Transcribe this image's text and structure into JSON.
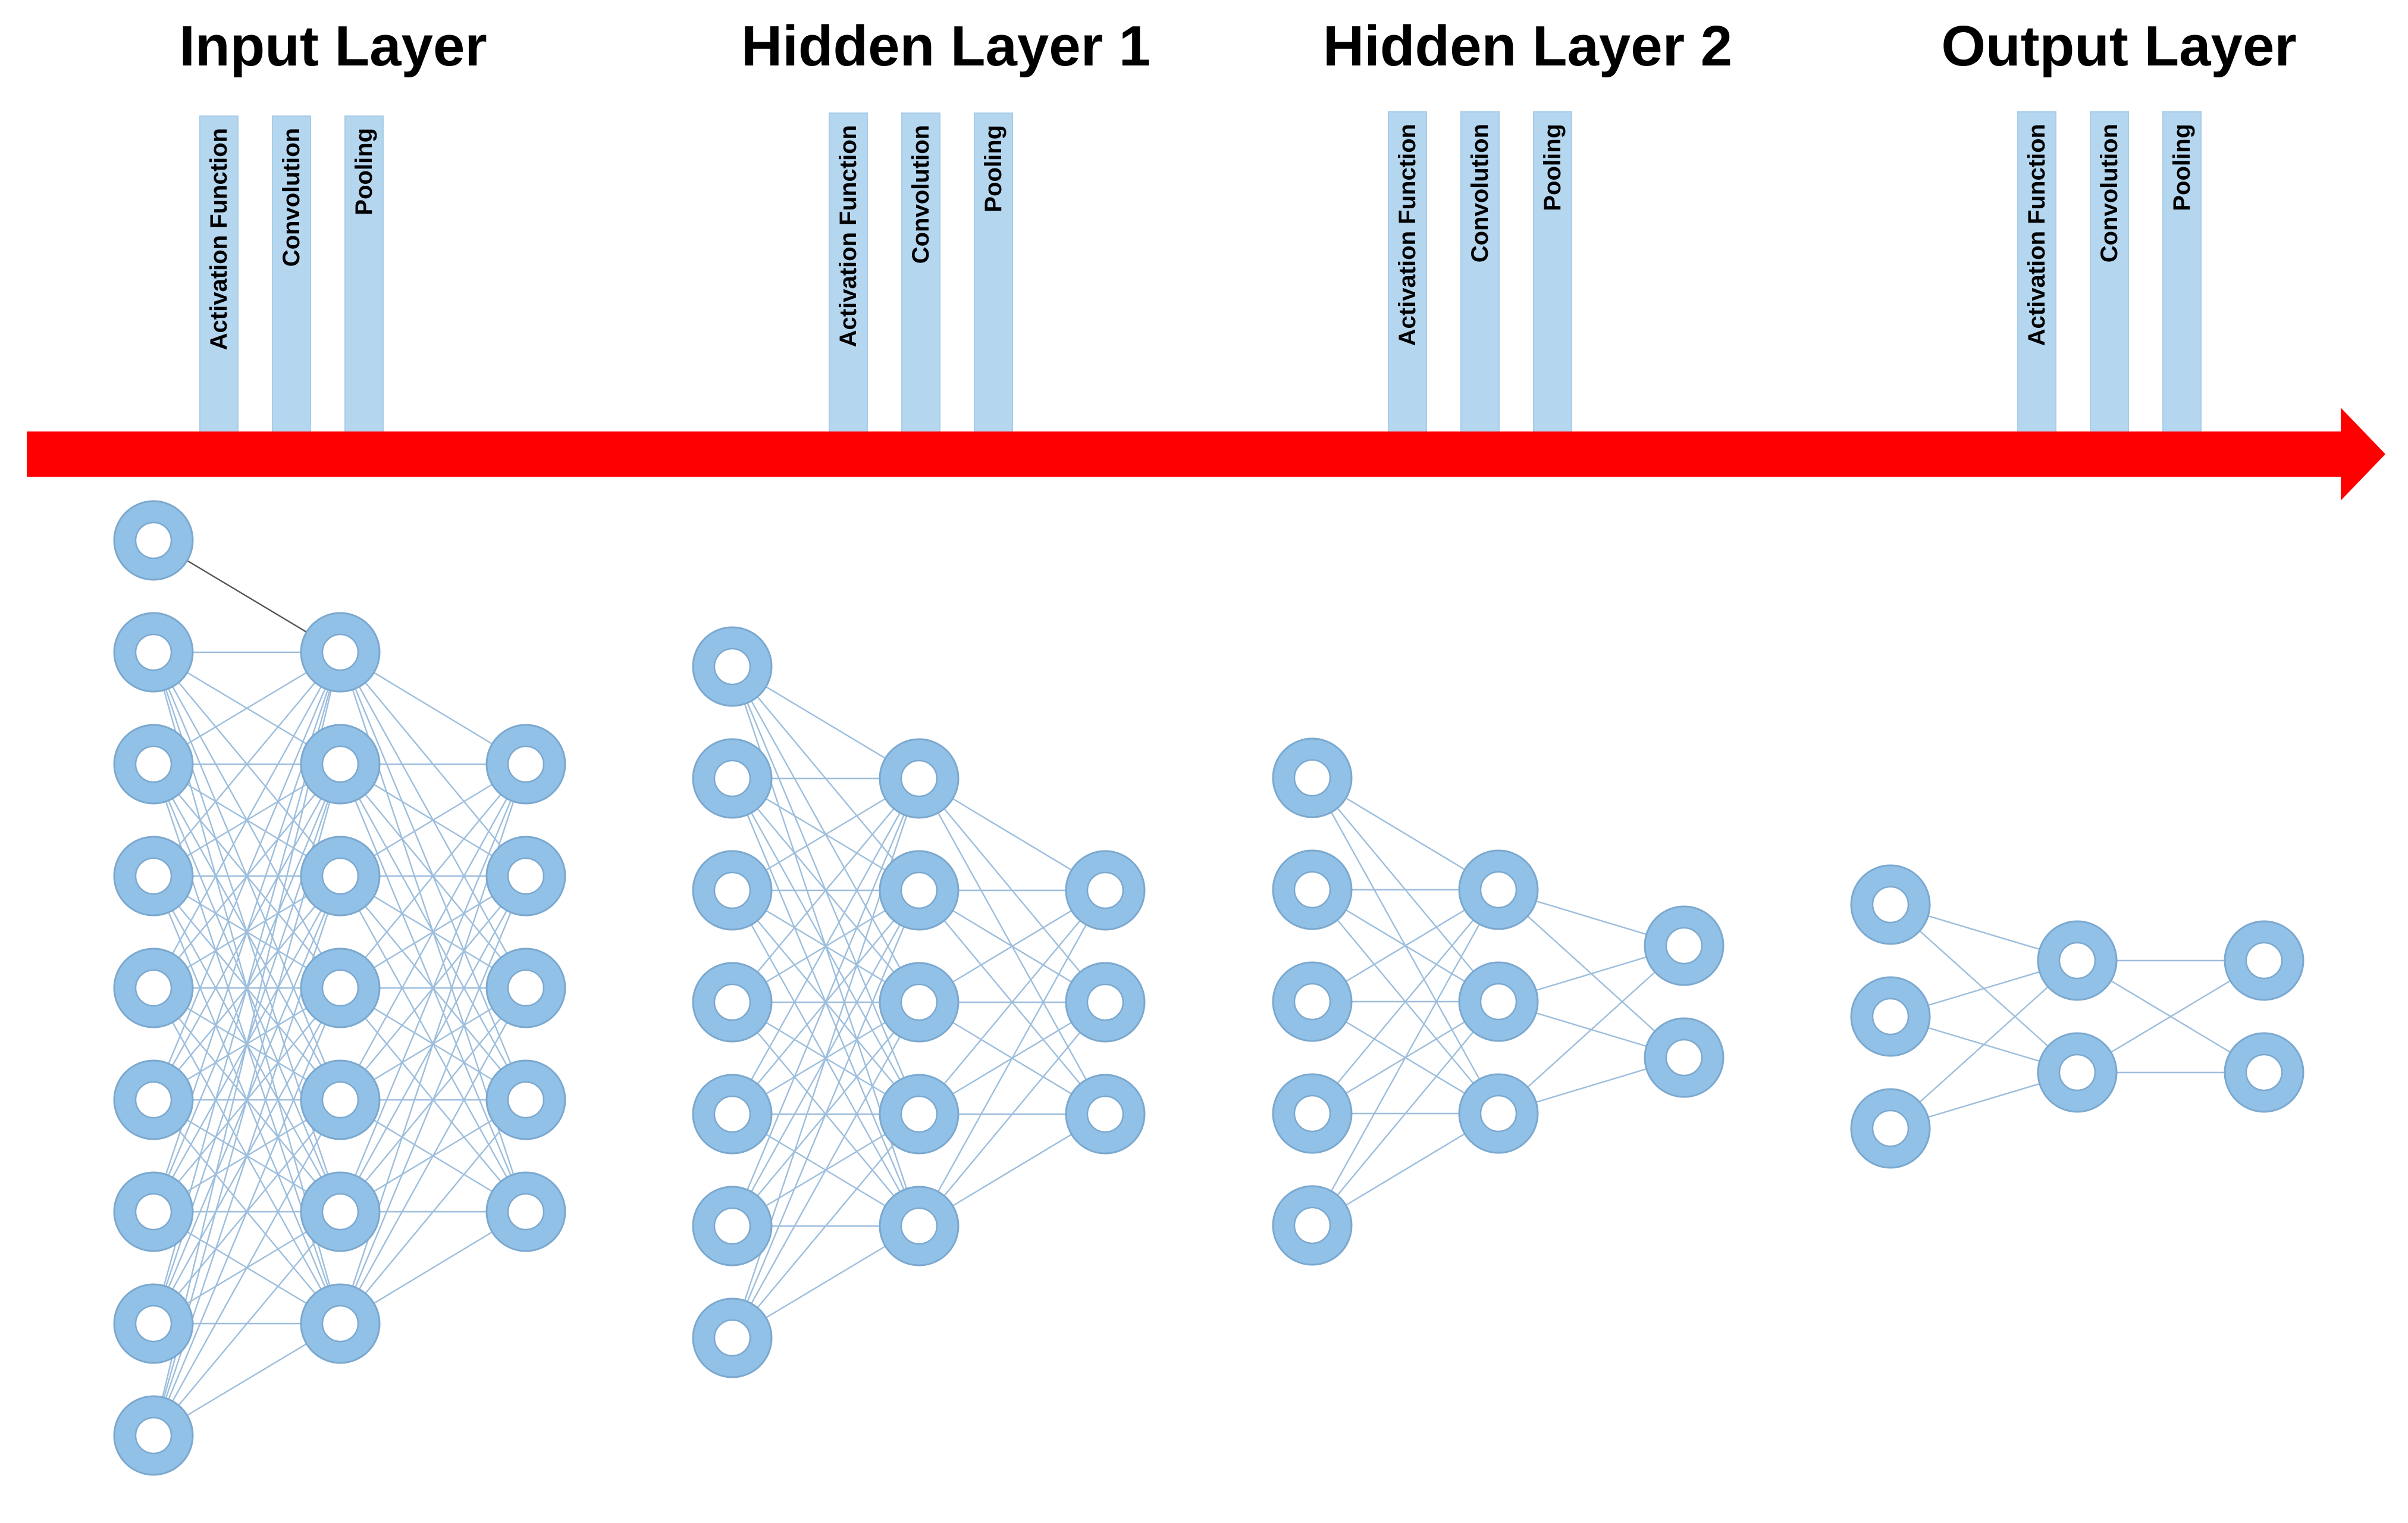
{
  "colors": {
    "axis_arrow": "#ff0000",
    "operation_bar": "#b5d6ef",
    "node_ring": "#91c1e6",
    "node_outline": "#7ba8cf",
    "edge": "#9dbedc",
    "highlight_edge": "#555555",
    "title_text": "#000000"
  },
  "icons": {
    "timeline": "arrow-right-icon",
    "neuron": "ring-node-icon"
  },
  "stages": [
    {
      "title": "Input Layer",
      "operations": [
        "Activation Function",
        "Convolution",
        "Pooling"
      ],
      "network_node_counts": [
        9,
        7,
        5
      ]
    },
    {
      "title": "Hidden Layer 1",
      "operations": [
        "Activation Function",
        "Convolution",
        "Pooling"
      ],
      "network_node_counts": [
        7,
        5,
        3
      ]
    },
    {
      "title": "Hidden Layer 2",
      "operations": [
        "Activation Function",
        "Convolution",
        "Pooling"
      ],
      "network_node_counts": [
        5,
        3,
        2
      ]
    },
    {
      "title": "Output Layer",
      "operations": [
        "Activation Function",
        "Convolution",
        "Pooling"
      ],
      "network_node_counts": [
        3,
        2,
        2
      ]
    }
  ]
}
